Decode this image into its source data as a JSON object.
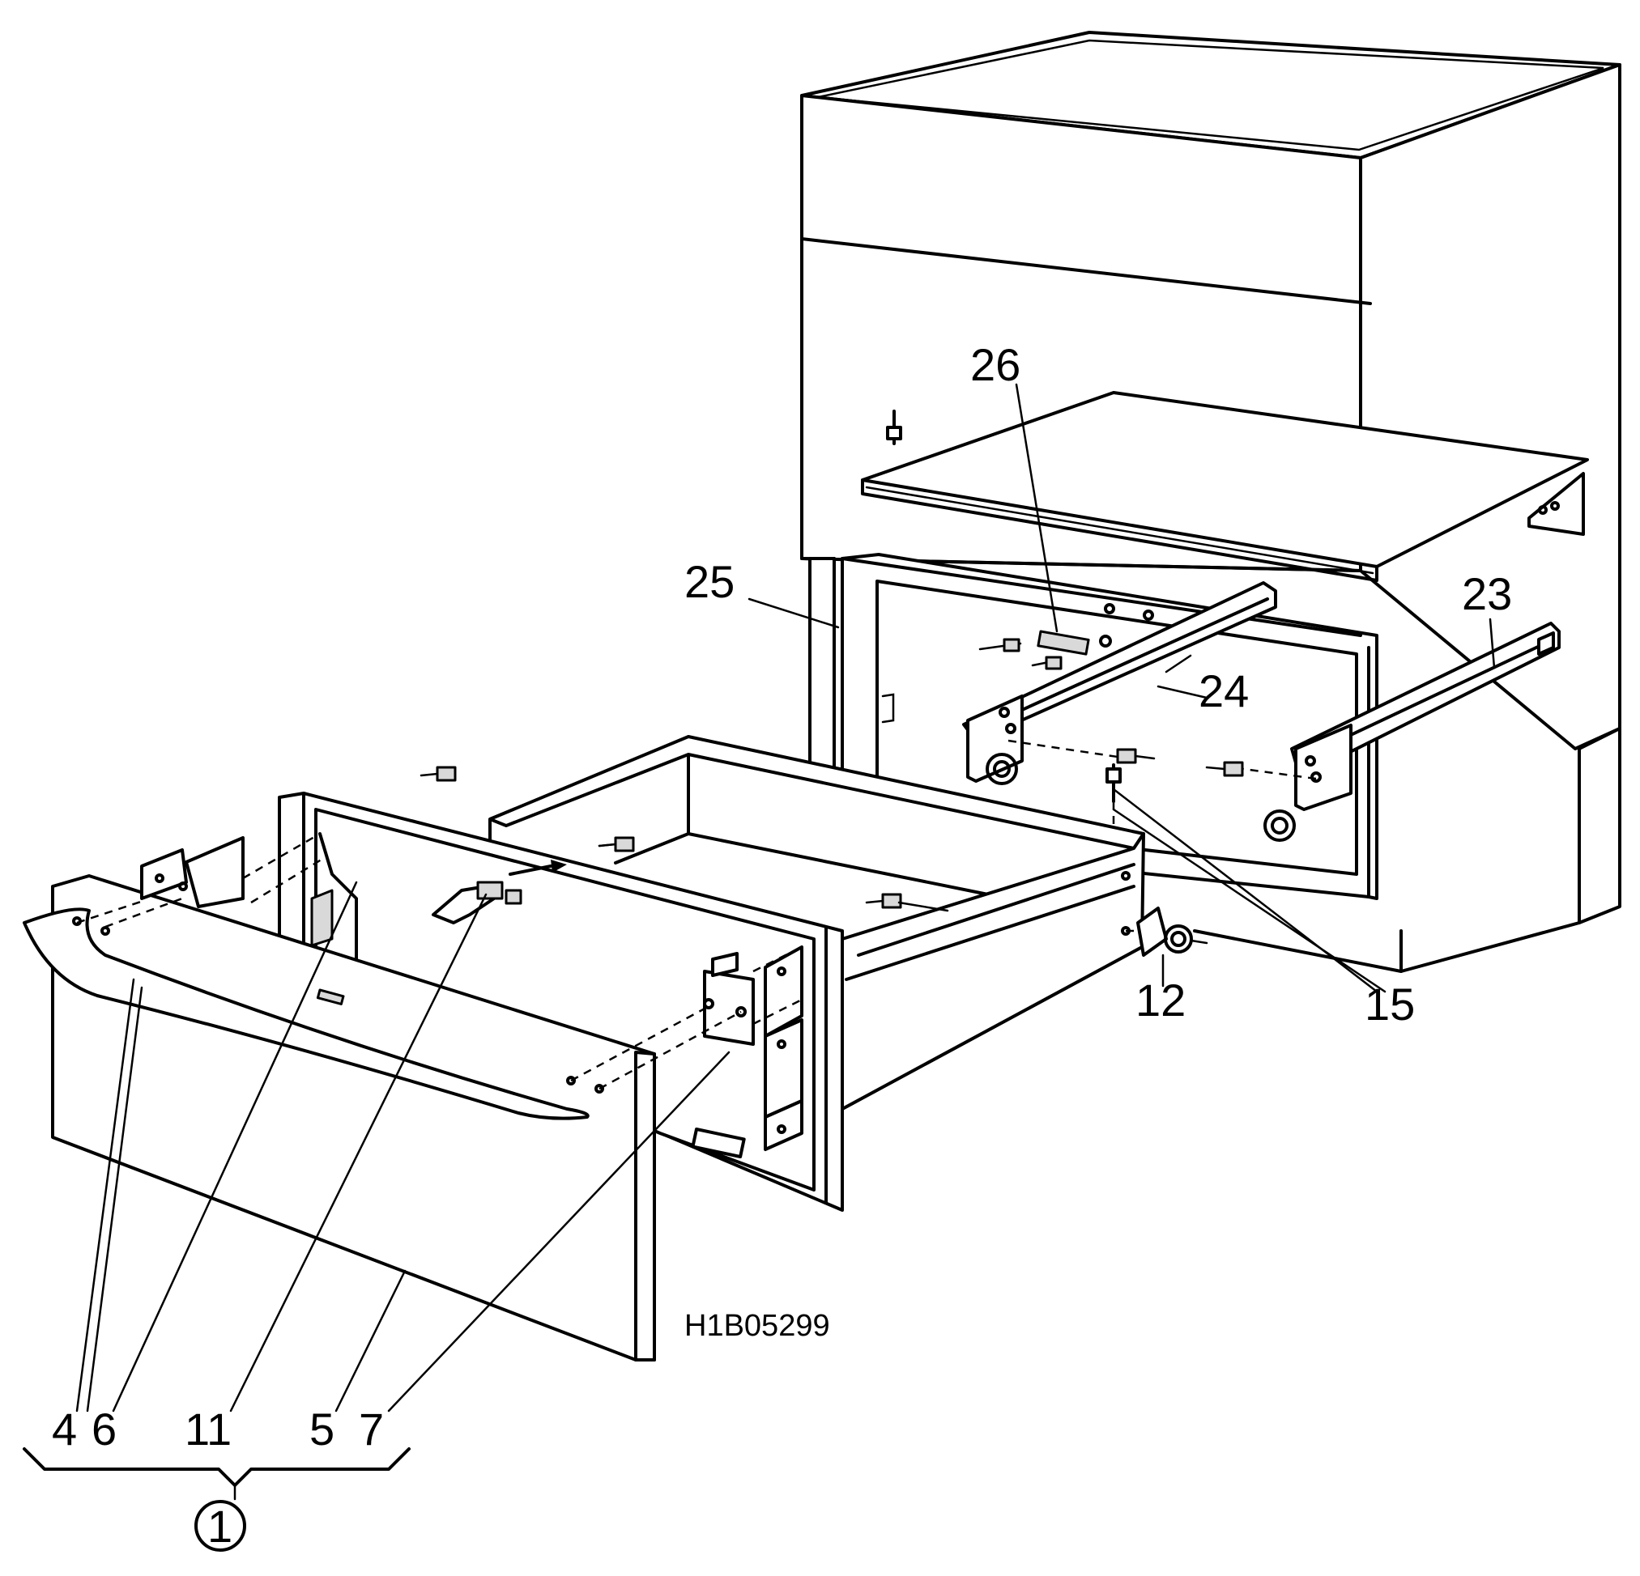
{
  "figure": {
    "drawing_code": "H1B05299",
    "callouts": {
      "c26": "26",
      "c25": "25",
      "c23": "23",
      "c24": "24",
      "c12": "12",
      "c15": "15",
      "c4": "4",
      "c6": "6",
      "c11": "11",
      "c5": "5",
      "c7": "7",
      "c1": "1"
    }
  }
}
